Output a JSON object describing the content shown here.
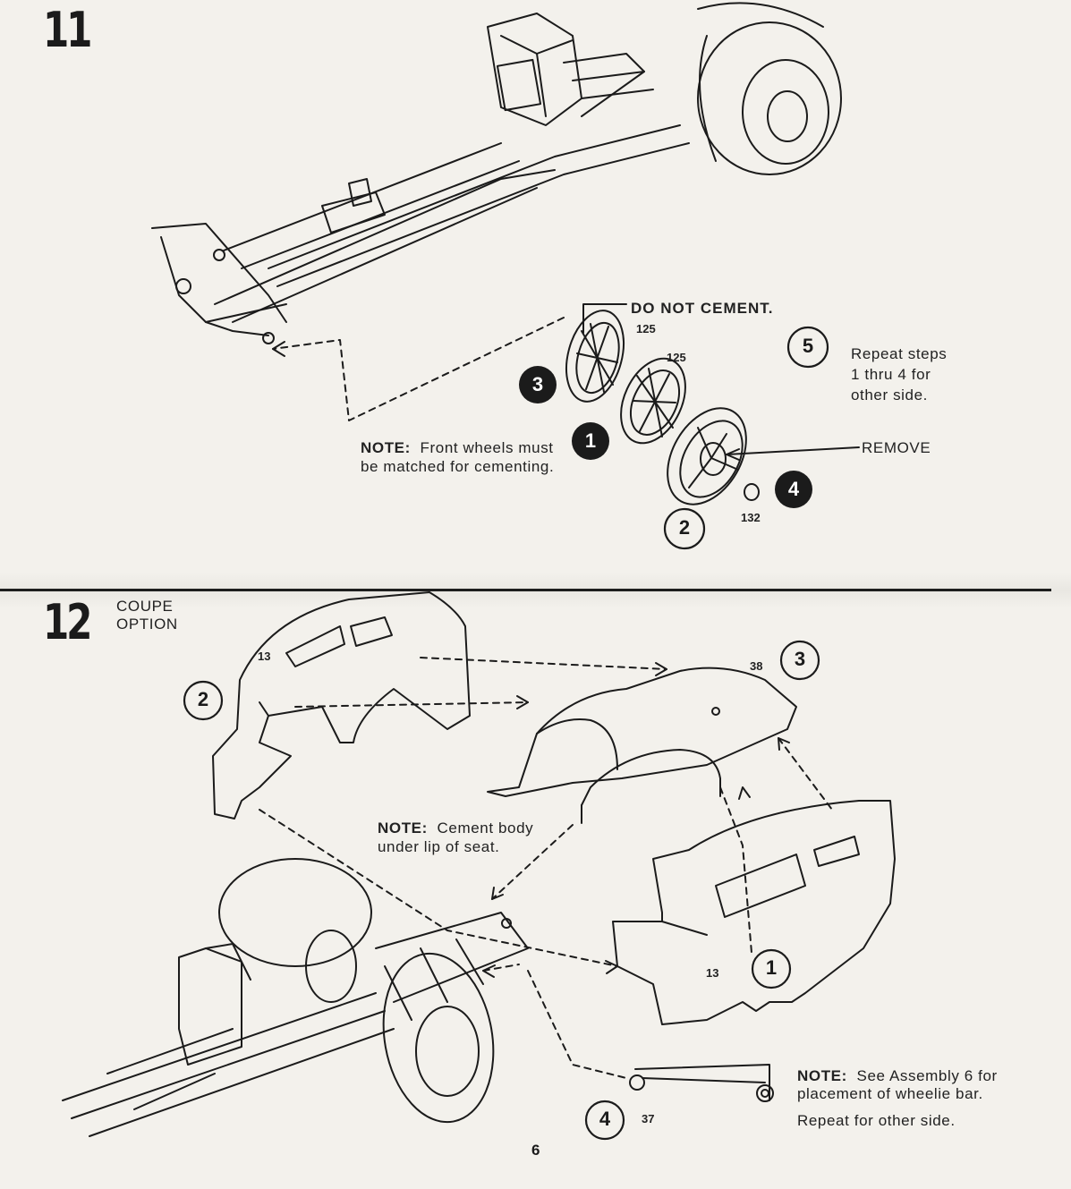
{
  "page_number": "6",
  "step11": {
    "number": "11",
    "callout_do_not_cement": "DO NOT CEMENT.",
    "part_125_a": "125",
    "part_125_b": "125",
    "part_132": "132",
    "remove": "REMOVE",
    "note_label": "NOTE:",
    "note_line1": "Front wheels must",
    "note_line2": "be matched for cementing.",
    "repeat_line1": "Repeat steps",
    "repeat_line2": "1 thru 4 for",
    "repeat_line3": "other side.",
    "step_markers": {
      "one": "1",
      "two": "2",
      "three": "3",
      "four": "4",
      "five": "5"
    }
  },
  "step12": {
    "number": "12",
    "title_line1": "COUPE",
    "title_line2": "OPTION",
    "part_13_a": "13",
    "part_13_b": "13",
    "part_38": "38",
    "part_37": "37",
    "note_body_label": "NOTE:",
    "note_body_line1": "Cement body",
    "note_body_line2": "under lip of seat.",
    "note_wheelie_label": "NOTE:",
    "note_wheelie_line1": "See Assembly 6 for",
    "note_wheelie_line2": "placement of wheelie bar.",
    "note_wheelie_line3": "Repeat for other side.",
    "step_markers": {
      "one": "1",
      "two": "2",
      "three": "3",
      "four": "4"
    }
  },
  "colors": {
    "paper": "#f3f1ec",
    "ink": "#1b1b1b",
    "ghost_print": "#dedbd5"
  }
}
